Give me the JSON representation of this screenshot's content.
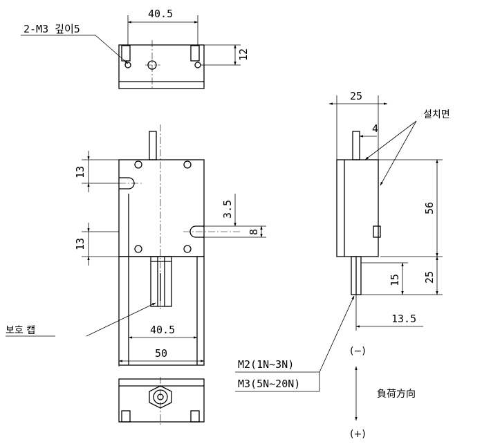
{
  "labels": {
    "holes_note": "2-M3 깊이5",
    "install_surface": "설치면",
    "protect_cap": "보호 캡",
    "m2_range": "M2(1N∼3N)",
    "m3_range": "M3(5N∼20N)",
    "load_direction": "負荷方向",
    "minus": "(−)",
    "plus": "(+)"
  },
  "dimensions": {
    "top_hole_pitch": "40.5",
    "top_depth": "12",
    "front_upper_offset": "13",
    "front_lower_offset": "13",
    "slot_offset": "3.5",
    "slot_width": "8",
    "front_inner_width": "40.5",
    "front_outer_width": "50",
    "side_depth": "25",
    "side_step": "4",
    "side_height": "56",
    "side_stroke_total": "25",
    "side_stroke": "15",
    "side_tip_offset": "13.5"
  }
}
